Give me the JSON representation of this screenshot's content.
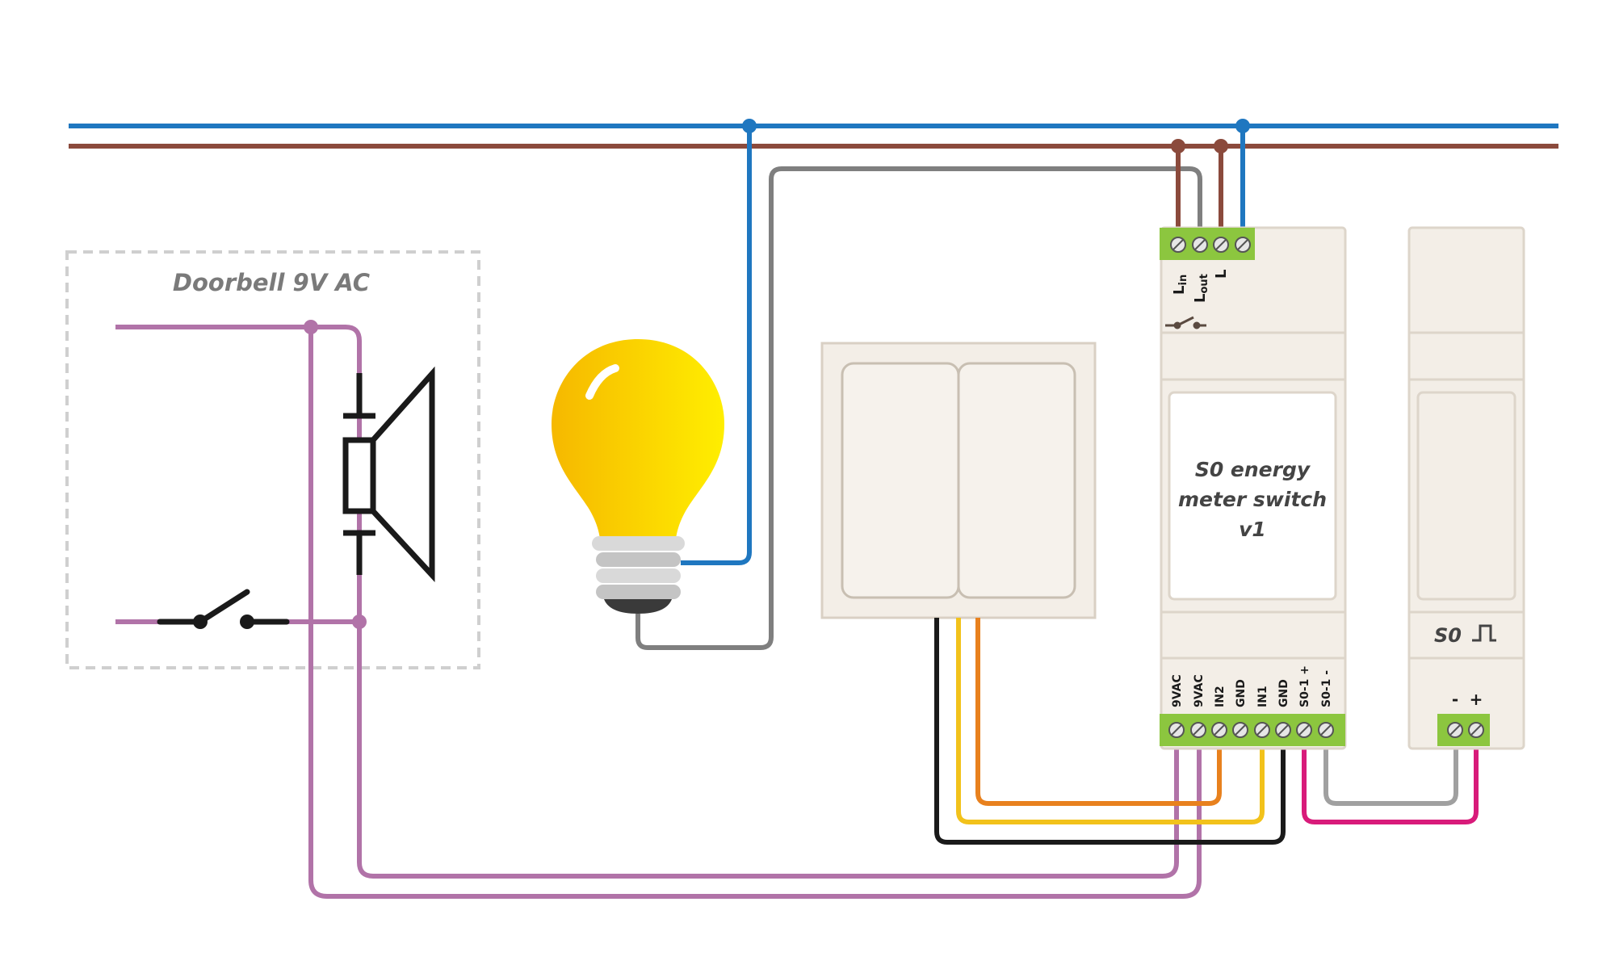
{
  "doorbell": {
    "title": "Doorbell 9V AC"
  },
  "wall_switch": {
    "panels": [
      "left-rocker",
      "right-rocker"
    ]
  },
  "s0_module": {
    "title_lines": [
      "S0 energy",
      "meter switch",
      "v1"
    ],
    "top_terminals": [
      "Lin",
      "Lout",
      "L"
    ],
    "top_terminal_parts": [
      {
        "main": "L",
        "sub": "in"
      },
      {
        "main": "L",
        "sub": "out"
      },
      {
        "main": "L",
        "sub": ""
      }
    ],
    "bottom_terminals": [
      "9VAC",
      "9VAC",
      "IN2",
      "GND",
      "IN1",
      "GND",
      "S0-1 +",
      "S0-1 -"
    ]
  },
  "s0_meter": {
    "label": "S0",
    "terminals": [
      "-",
      "+"
    ]
  },
  "colors": {
    "neutral_blue": "#1f77c0",
    "live_brown": "#8b4a3c",
    "switched_grey": "#7f7f7f",
    "doorbell_purple": "#b173a8",
    "in2_orange": "#e8811e",
    "in1_yellow": "#f2c21b",
    "gnd_black": "#1a1a1a",
    "s0_pink": "#d81b7a",
    "s0_grey": "#a0a0a0",
    "terminal_green": "#8cc63f",
    "module_body": "#f3eee7"
  },
  "icons": [
    "light-bulb-icon",
    "speaker-icon",
    "pushbutton-switch-icon",
    "relay-contact-icon",
    "pulse-icon"
  ]
}
